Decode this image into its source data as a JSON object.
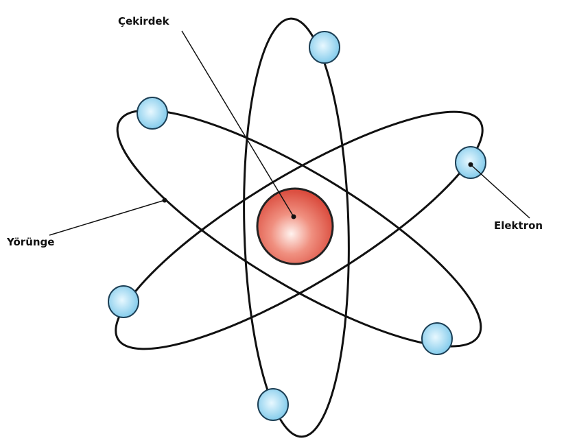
{
  "labels": {
    "nucleus": "Çekirdek",
    "electron": "Elektron",
    "orbit": "Yörünge"
  },
  "colors": {
    "nucleus": "#e0574a",
    "electron": "#8fd3ef",
    "line": "#111111"
  }
}
